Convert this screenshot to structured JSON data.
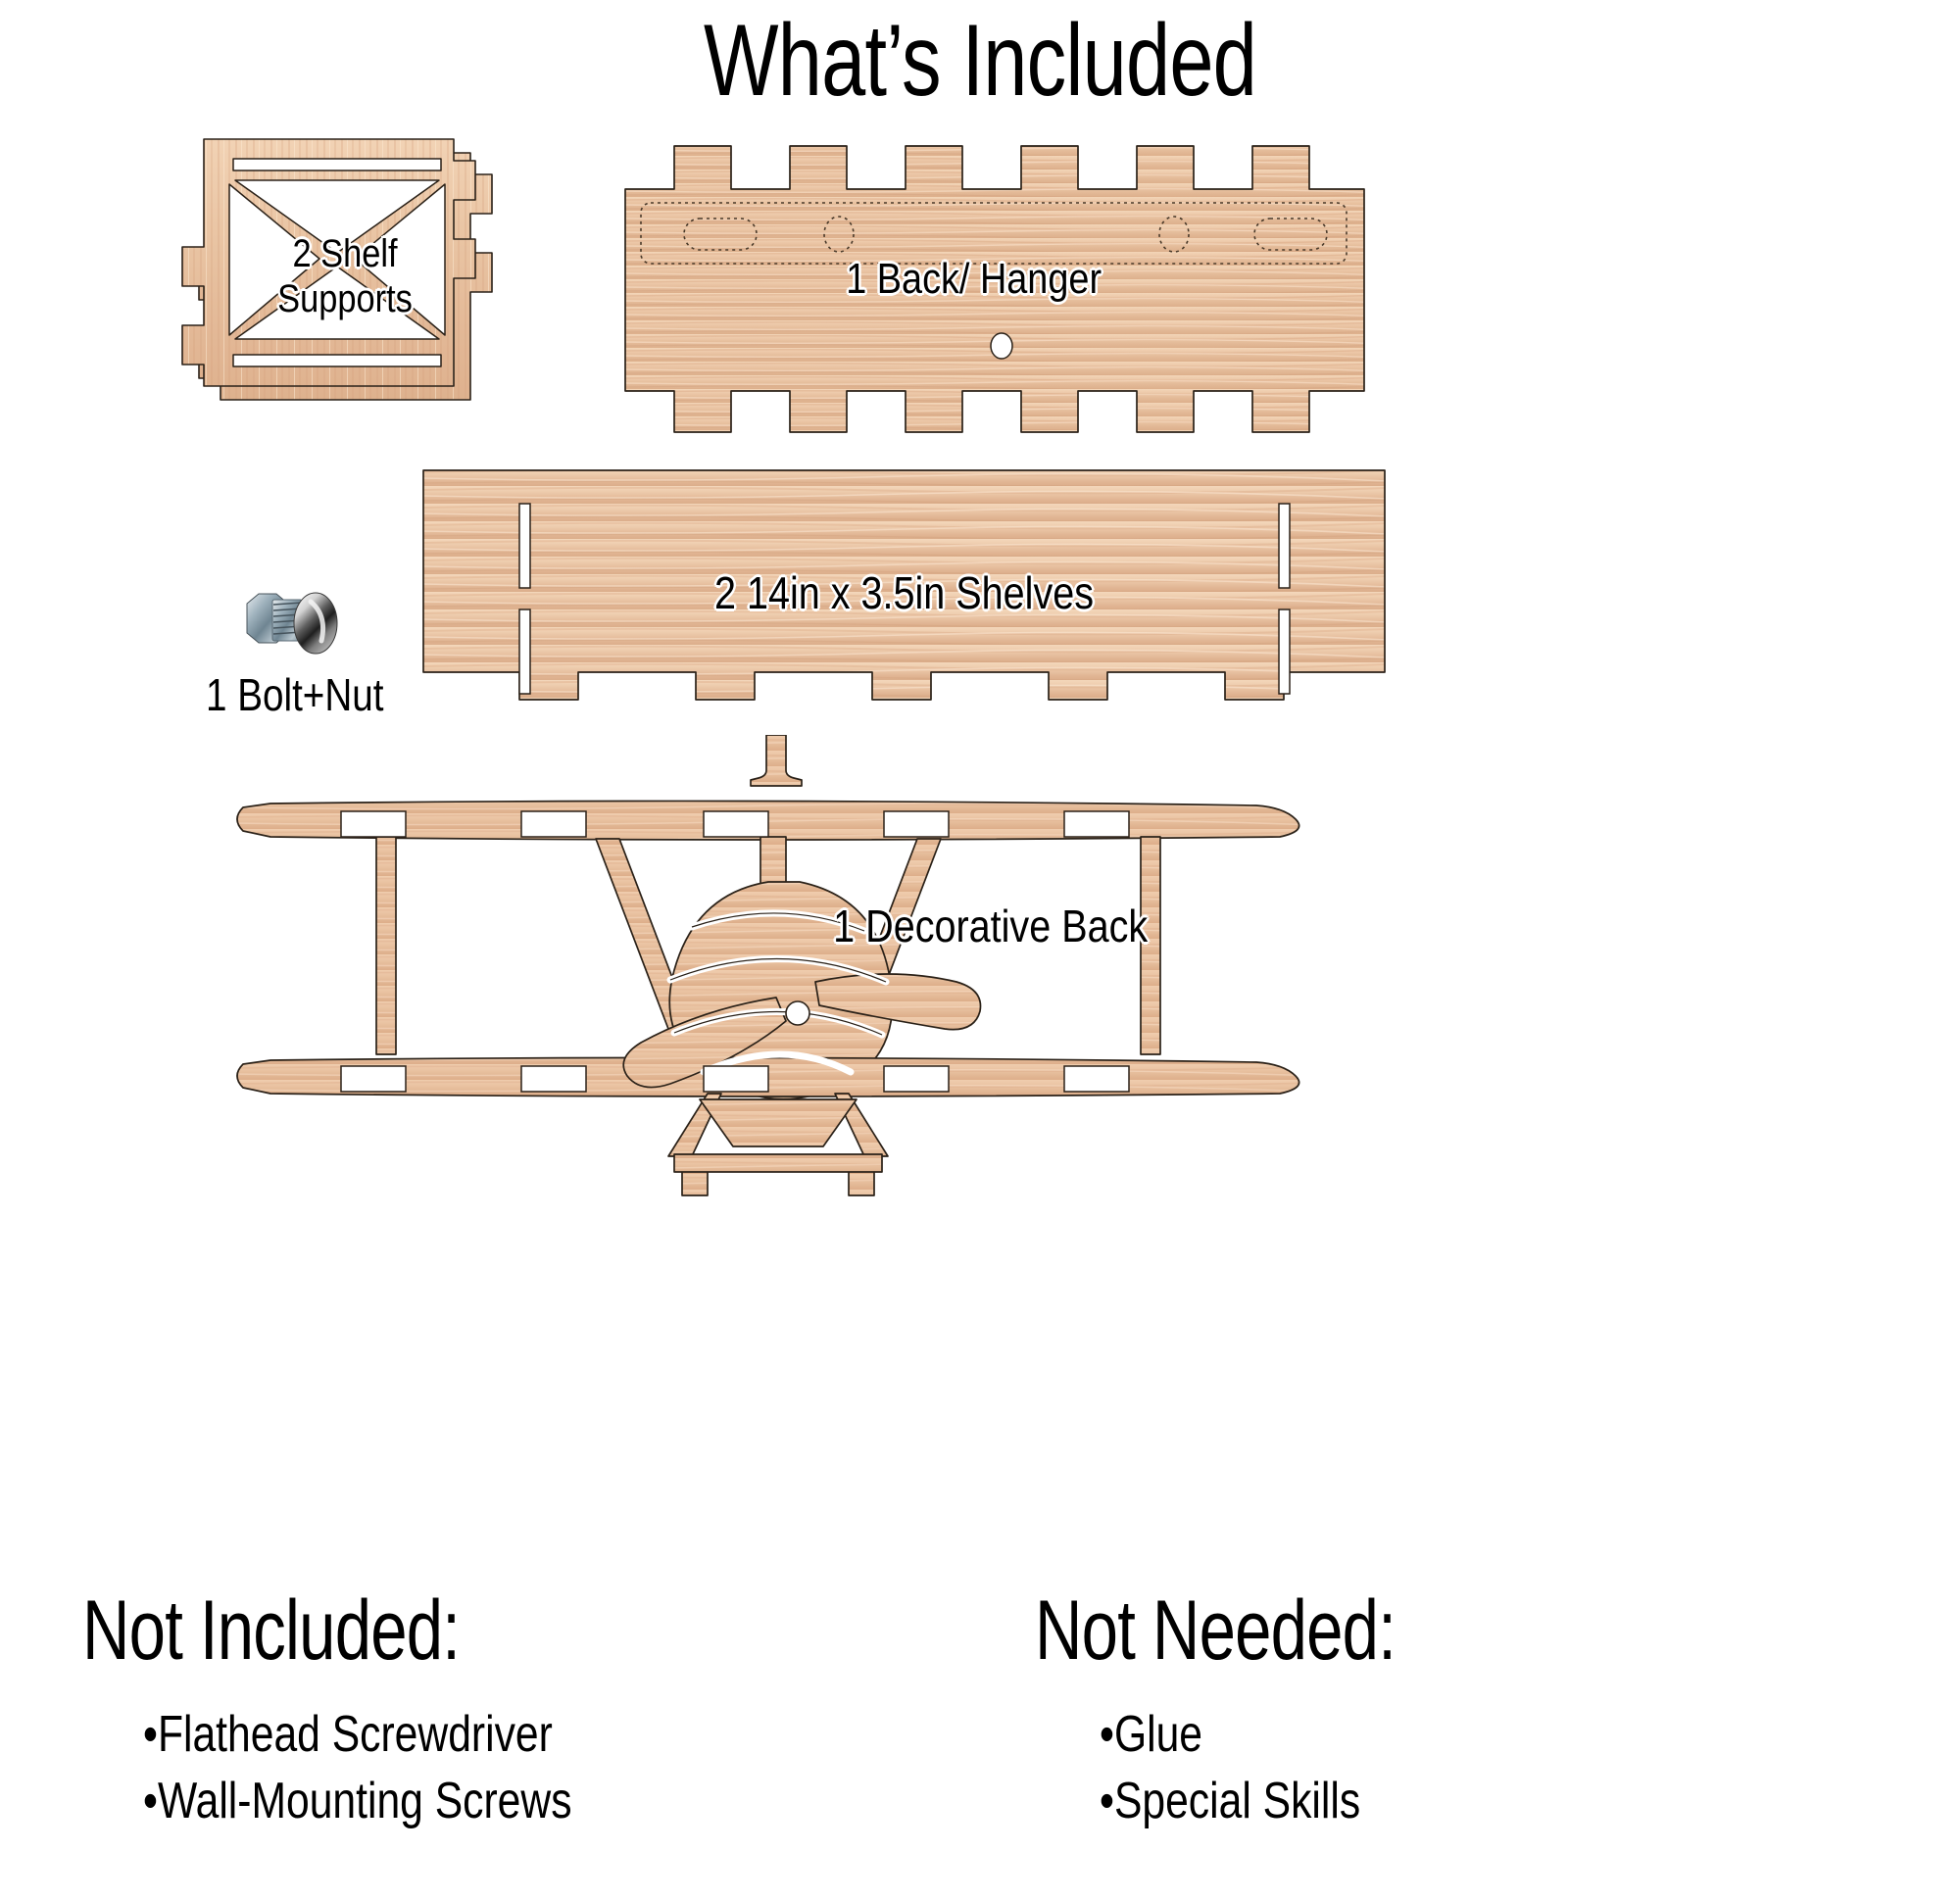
{
  "page": {
    "title": "What’s Included",
    "background_color": "#ffffff",
    "wood_color": "#e6bf9c",
    "outline_color": "#2a2118",
    "text_color": "#000000"
  },
  "parts": [
    {
      "id": "shelf-supports",
      "label": "2 Shelf\nSupports",
      "label_line1": "2 Shelf",
      "label_line2": "Supports",
      "quantity": 2,
      "name": "Shelf Supports"
    },
    {
      "id": "back-hanger",
      "label": "1  Back/ Hanger",
      "quantity": 1,
      "name": "Back/ Hanger"
    },
    {
      "id": "shelves",
      "label": "2 14in x 3.5in Shelves",
      "quantity": 2,
      "name": "Shelves",
      "dimensions": "14in x 3.5in"
    },
    {
      "id": "decorative-back",
      "label": "1 Decorative Back",
      "quantity": 1,
      "name": "Decorative Back"
    },
    {
      "id": "bolt-nut",
      "label": "1 Bolt+Nut",
      "quantity": 1,
      "name": "Bolt+Nut"
    }
  ],
  "not_included": {
    "heading": "Not Included:",
    "items": [
      "Flathead Screwdriver",
      "Wall-Mounting Screws"
    ]
  },
  "not_needed": {
    "heading": "Not Needed:",
    "items": [
      "Glue",
      "Special Skills"
    ]
  }
}
